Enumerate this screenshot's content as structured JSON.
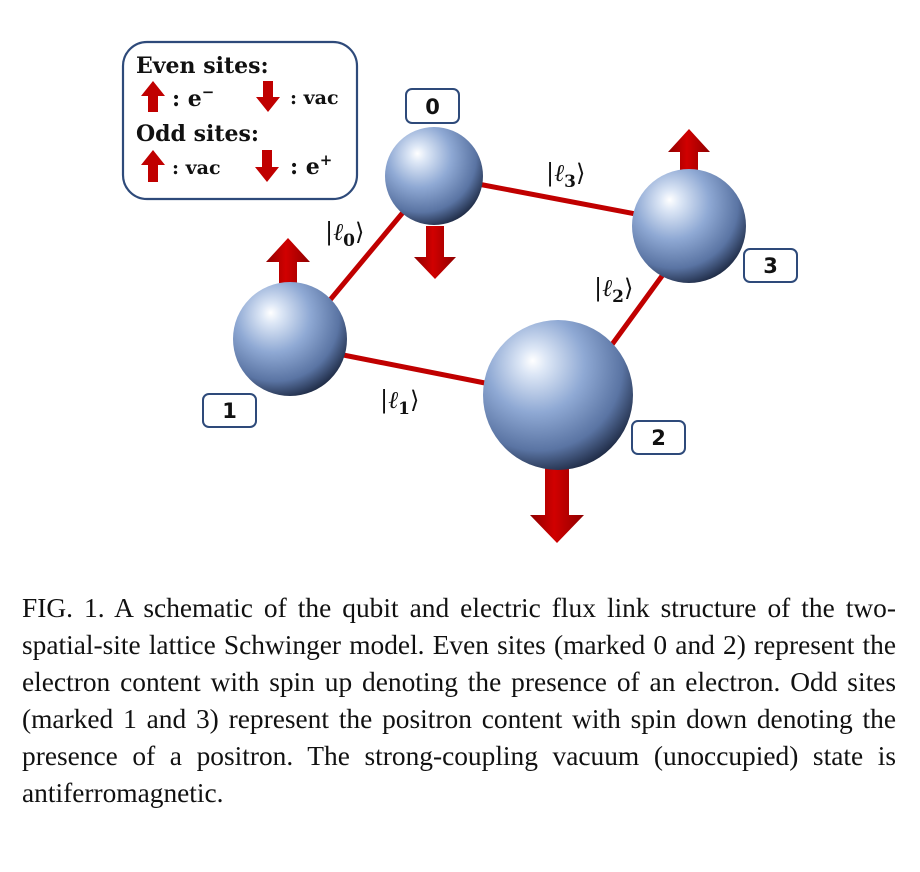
{
  "legend": {
    "even_title": "Even sites:",
    "even_up_label": ": e",
    "even_up_sup": "−",
    "even_down_label": ": vac",
    "odd_title": "Odd sites:",
    "odd_up_label": ": vac",
    "odd_down_label": ": e",
    "odd_down_sup": "+"
  },
  "sites": [
    {
      "label": "0",
      "spin": "down"
    },
    {
      "label": "1",
      "spin": "up"
    },
    {
      "label": "2",
      "spin": "down"
    },
    {
      "label": "3",
      "spin": "up"
    }
  ],
  "links": [
    {
      "ket_open": "|",
      "ell": "ℓ",
      "sub": "0",
      "ket_close": "⟩"
    },
    {
      "ket_open": "|",
      "ell": "ℓ",
      "sub": "1",
      "ket_close": "⟩"
    },
    {
      "ket_open": "|",
      "ell": "ℓ",
      "sub": "2",
      "ket_close": "⟩"
    },
    {
      "ket_open": "|",
      "ell": "ℓ",
      "sub": "3",
      "ket_close": "⟩"
    }
  ],
  "colors": {
    "arrow": "#c00000",
    "link": "#c00000",
    "sphere": "#7f9bc8",
    "box_border": "#2e4a7a"
  },
  "caption": "FIG. 1.   A schematic of the qubit and electric flux link structure of the two-spatial-site lattice Schwinger model.  Even sites (marked 0 and 2) represent the electron content with spin up denoting the presence of an electron. Odd sites (marked 1 and 3) represent the positron content with spin down denoting the presence of a positron. The strong-coupling vacuum (unoccupied) state is antiferromagnetic."
}
